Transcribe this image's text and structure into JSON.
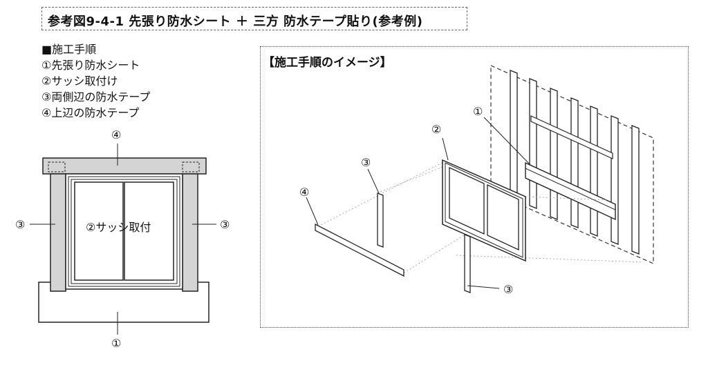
{
  "title": "参考図9-4-1 先張り防水シート ＋ 三方 防水テープ貼り(参考例)",
  "steps": {
    "heading": "■施工手順",
    "items": [
      "①先張り防水シート",
      "②サッシ取付け",
      "③両側辺の防水テープ",
      "④上辺の防水テープ"
    ]
  },
  "front_view": {
    "label_top": "④",
    "label_left": "③",
    "label_right": "③",
    "label_bottom": "①",
    "sash_label": "②サッシ取付"
  },
  "image_panel": {
    "title": "【施工手順のイメージ】",
    "labels": {
      "sheet": "①",
      "sash": "②",
      "tape_side_top": "③",
      "tape_top": "④",
      "tape_side_bottom": "③"
    }
  }
}
